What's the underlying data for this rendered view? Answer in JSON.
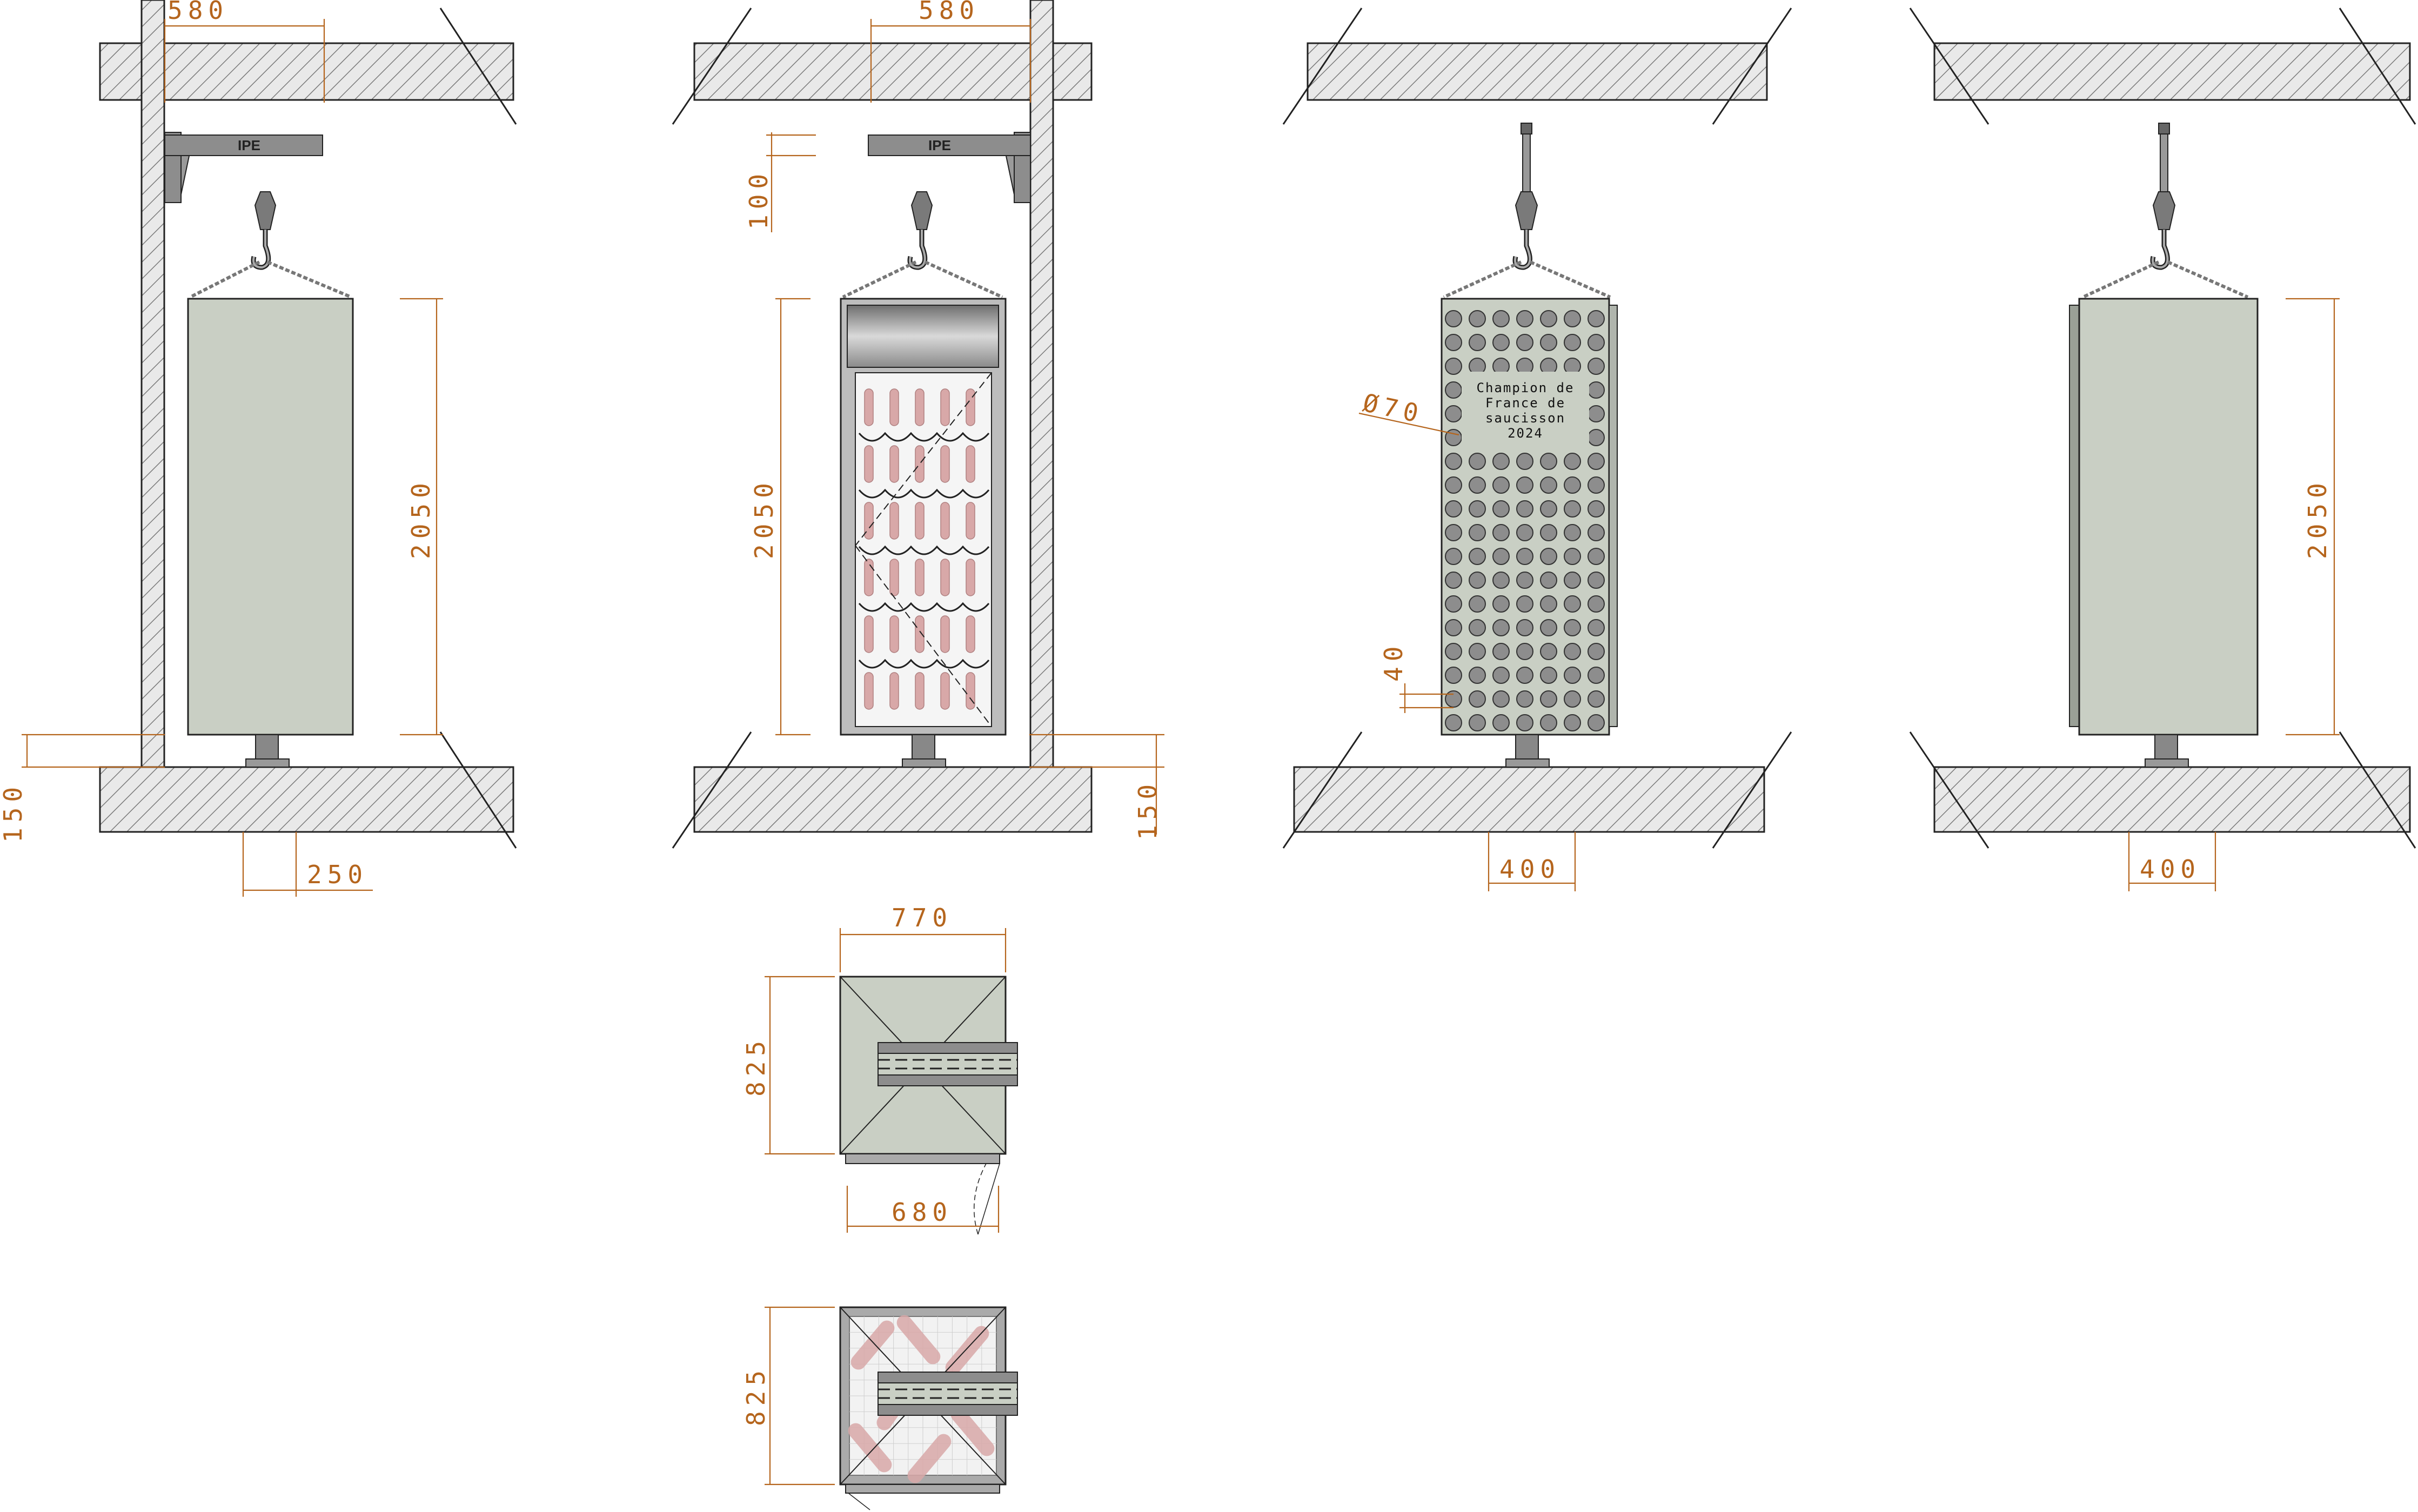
{
  "drawing": {
    "views": [
      {
        "id": "elevation-1",
        "beam_label": "IPE",
        "dims": {
          "top_width": "580",
          "height": "2050",
          "floor_offset": "150",
          "base": "250"
        }
      },
      {
        "id": "elevation-2",
        "beam_label": "IPE",
        "dims": {
          "top_width": "580",
          "hook_drop": "100",
          "height": "2050",
          "floor_offset": "150"
        }
      },
      {
        "id": "elevation-3",
        "engraving": [
          "Champion de",
          "France de",
          "saucisson",
          "2024"
        ],
        "dims": {
          "hole_diameter": "Ø70",
          "hole_spacing": "40",
          "base": "400"
        }
      },
      {
        "id": "elevation-4",
        "dims": {
          "height": "2050",
          "base": "400"
        }
      },
      {
        "id": "plan-1",
        "dims": {
          "width": "770",
          "depth": "825",
          "door": "680"
        }
      },
      {
        "id": "plan-2",
        "dims": {
          "depth": "825"
        }
      }
    ]
  },
  "colors": {
    "cabinet": "#c9cfc4",
    "hatch": "#888888",
    "slab": "#e6e6e6",
    "dimension": "#b5651d",
    "steel": "#8d8d8d",
    "sausage": "#d8a8a8"
  }
}
